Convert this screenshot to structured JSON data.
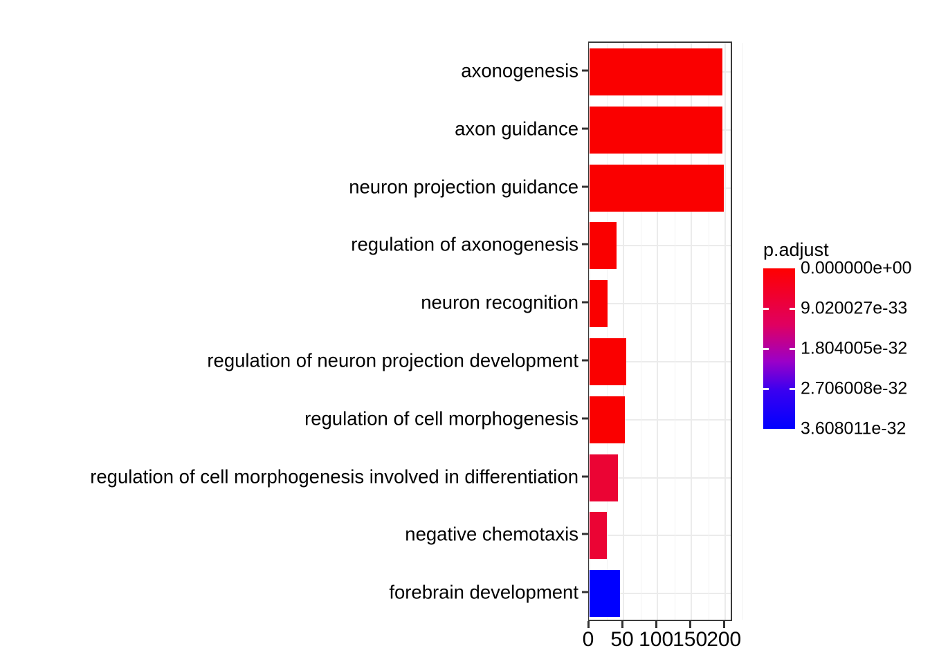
{
  "chart_data": {
    "type": "bar",
    "orientation": "horizontal",
    "title": "",
    "xlabel": "",
    "ylabel": "",
    "xlim": [
      0,
      212
    ],
    "grid": true,
    "categories": [
      "axonogenesis",
      "axon guidance",
      "neuron projection guidance",
      "regulation of axonogenesis",
      "neuron recognition",
      "regulation of neuron projection development",
      "regulation of cell morphogenesis",
      "regulation of cell morphogenesis involved in differentiation",
      "negative chemotaxis",
      "forebrain development"
    ],
    "values": [
      196,
      196,
      198,
      40,
      27,
      54,
      52,
      42,
      25,
      45
    ],
    "point_colors": [
      "#FA0000",
      "#FA0000",
      "#FA0000",
      "#FA0000",
      "#FA0000",
      "#FA0000",
      "#FA0000",
      "#EB0434",
      "#EB0434",
      "#0000FF"
    ],
    "xticks": [
      0,
      50,
      100,
      150,
      200
    ],
    "xticklabels": [
      "0",
      "50",
      "100",
      "150",
      "200"
    ],
    "legend": {
      "title": "p.adjust",
      "position": "right",
      "type": "continuous-colorbar",
      "gradient_from": "#FF0000",
      "gradient_to": "#0000FF",
      "ticklabels": [
        "0.000000e+00",
        "9.020027e-33",
        "1.804005e-32",
        "2.706008e-32",
        "3.608011e-32"
      ],
      "tickvalues": [
        0,
        9.020027e-33,
        1.804005e-32,
        2.706008e-32,
        3.608011e-32
      ]
    }
  },
  "colors": {
    "panel_border": "#3b3b3b",
    "gridline_major": "#ebebeb",
    "gridline_minor": "#f2f2f2",
    "background": "#ffffff",
    "text": "#000000"
  }
}
